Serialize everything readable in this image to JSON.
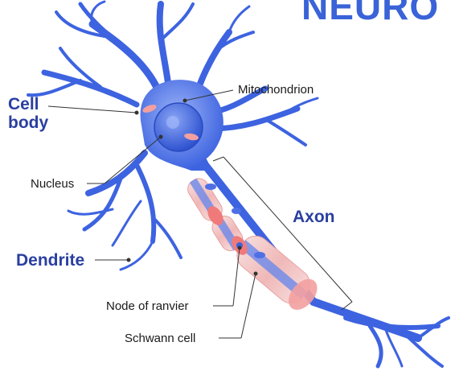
{
  "title": "NEURO",
  "labels": {
    "cell_body": "Cell\nbody",
    "mitochondrion": "Mitochondrion",
    "nucleus": "Nucleus",
    "axon": "Axon",
    "dendrite": "Dendrite",
    "node_of_ranvier": "Node of ranvier",
    "schwann_cell": "Schwann cell"
  },
  "colors": {
    "neuron": "#3d63e0",
    "neuron_light": "#7d9cf2",
    "nucleus": "#4f6fe6",
    "myelin": "#f2c4c4",
    "node": "#f07a7a",
    "label_accent": "#2a3fa0"
  }
}
